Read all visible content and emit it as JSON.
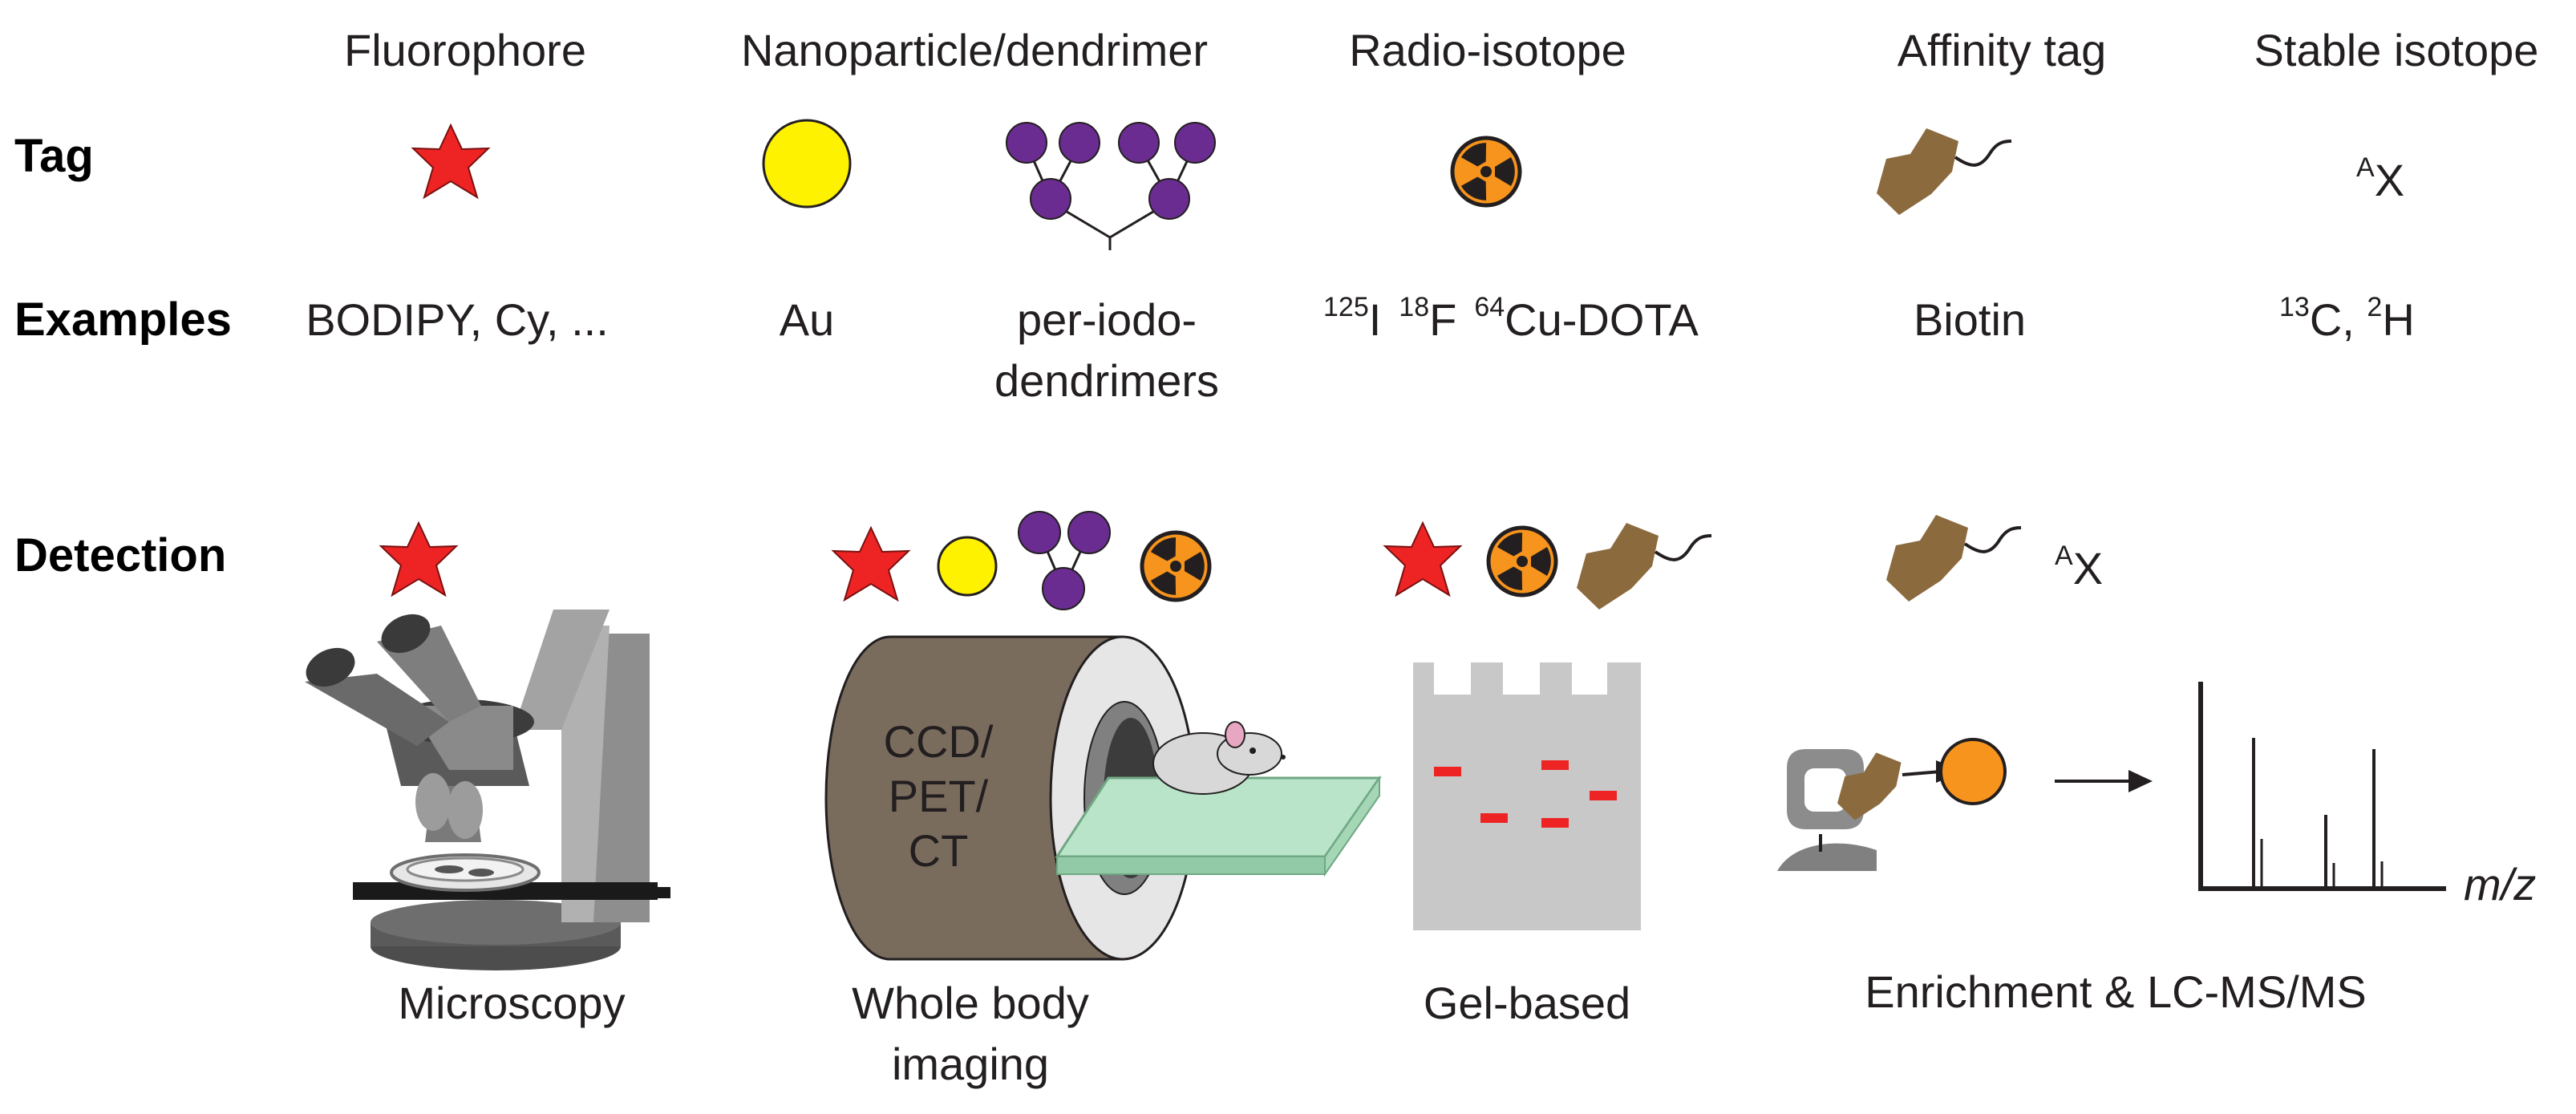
{
  "colors": {
    "star": "#ee2424",
    "gold": "#fff200",
    "dendrimer": "#6a2c90",
    "radio": "#f7941d",
    "affinity": "#8b6a3e",
    "gel": "#c8c8c9",
    "gelBand": "#ee2424",
    "scanner": "#7a6c5d",
    "sled": "#b9e4c9",
    "text": "#231f20"
  },
  "rows": {
    "tag": "Tag",
    "examples": "Examples",
    "detection": "Detection"
  },
  "categories": {
    "fluorophore": "Fluorophore",
    "nanoparticle": "Nanoparticle/dendrimer",
    "radio": "Radio-isotope",
    "affinity": "Affinity tag",
    "stable": "Stable isotope"
  },
  "examples": {
    "fluorophore": "BODIPY, Cy, ...",
    "gold": "Au",
    "dendrimer_line1": "per-iodo-",
    "dendrimer_line2": "dendrimers",
    "radio_i_mass": "125",
    "radio_i": "I",
    "radio_f_mass": "18",
    "radio_f": "F",
    "radio_cu_mass": "64",
    "radio_cu": "Cu-DOTA",
    "affinity": "Biotin",
    "stable_c_mass": "13",
    "stable_c": "C, ",
    "stable_h_mass": "2",
    "stable_h": "H"
  },
  "stable_symbol": {
    "mass": "A",
    "element": "X"
  },
  "detection": {
    "microscopy": "Microscopy",
    "imaging_line1": "Whole body",
    "imaging_line2": "imaging",
    "gel": "Gel-based",
    "ms": "Enrichment & LC-MS/MS",
    "scanner_line1": "CCD/",
    "scanner_line2": "PET/",
    "scanner_line3": "CT",
    "ms_axis": "m/z"
  }
}
